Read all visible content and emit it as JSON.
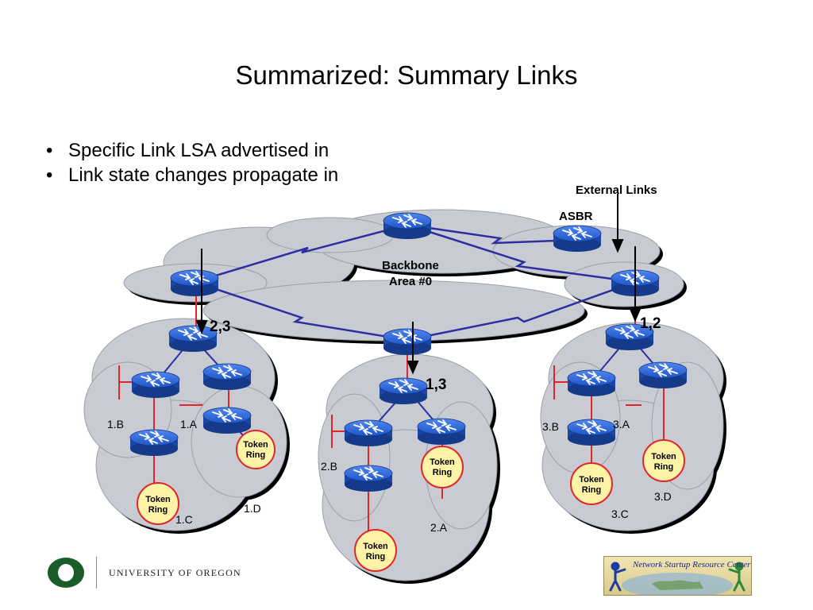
{
  "slide": {
    "title": "Summarized: Summary Links",
    "bullets": [
      "Specific Link LSA advertised in",
      "Link state changes propagate in"
    ]
  },
  "diagram": {
    "external_links": "External Links",
    "asbr": "ASBR",
    "backbone_line1": "Backbone",
    "backbone_line2": "Area #0",
    "summary_23": "2,3",
    "summary_13": "1,3",
    "summary_12": "1,2",
    "net_1b": "1.B",
    "net_1a": "1.A",
    "net_1c": "1.C",
    "net_1d": "1.D",
    "net_2b": "2.B",
    "net_2a": "2.A",
    "net_3b": "3.B",
    "net_3a": "3.A",
    "net_3d": "3.D",
    "net_3c": "3.C",
    "token_line1": "Token",
    "token_line2": "Ring"
  },
  "footer": {
    "university": "UNIVERSITY OF OREGON",
    "nsrc": "Network Startup Resource Center"
  },
  "colors": {
    "router_blue": "#1f56c8",
    "link_blue": "#2d2ea0",
    "lan_red": "#e0262b",
    "cloud_gray": "#c8ccd2",
    "token_fill": "#fff3a8",
    "uo_green": "#1a5c2a"
  }
}
